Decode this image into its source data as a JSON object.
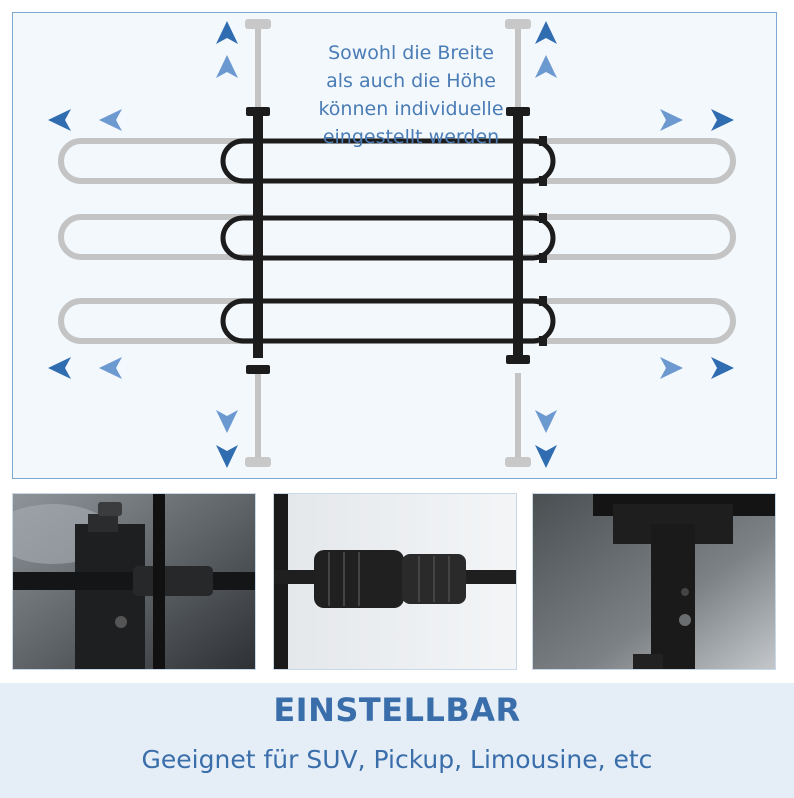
{
  "hero": {
    "caption_lines": [
      "Sowohl die Breite",
      "als auch die Höhe",
      "können individuelle",
      "eingestellt werden"
    ],
    "accent_color": "#2f6db0",
    "accent_light_color": "#6c9ad0",
    "frame_color": "#1c1c1c",
    "ghost_color": "#c2c2c2"
  },
  "photos": [
    {
      "name": "clamp-detail",
      "icon": "knob-clamp"
    },
    {
      "name": "connector-detail",
      "icon": "tube-connector"
    },
    {
      "name": "bracket-detail",
      "icon": "height-bracket"
    }
  ],
  "banner": {
    "title": "EINSTELLBAR",
    "subtitle": "Geeignet für SUV, Pickup, Limousine, etc",
    "background": "#e5eef7",
    "text_color": "#3a6eab"
  }
}
